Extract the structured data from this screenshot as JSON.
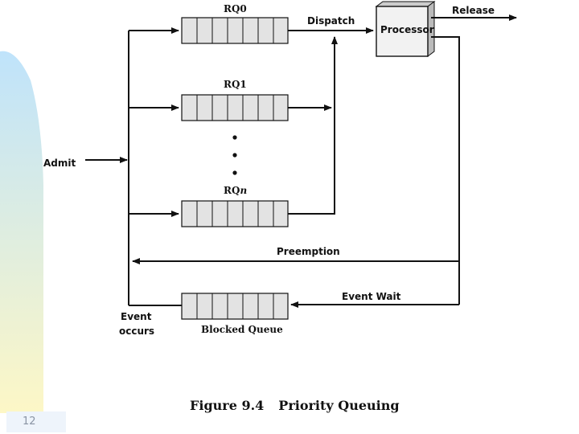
{
  "diagram": {
    "queues": {
      "rq0": "RQ0",
      "rq1": "RQ1",
      "rqn_prefix": "RQ",
      "rqn_suffix": "n",
      "blocked": "Blocked Queue"
    },
    "labels": {
      "dispatch": "Dispatch",
      "processor": "Processor",
      "release": "Release",
      "admit": "Admit",
      "preemption": "Preemption",
      "event_wait": "Event Wait",
      "event_occurs_line1": "Event",
      "event_occurs_line2": "occurs"
    },
    "caption": {
      "figure": "Figure 9.4",
      "title": "Priority Queuing"
    }
  },
  "slide": {
    "number": "12",
    "colors": {
      "gradient_top": "#bfe3fb",
      "gradient_bottom": "#fdf7c6"
    }
  }
}
